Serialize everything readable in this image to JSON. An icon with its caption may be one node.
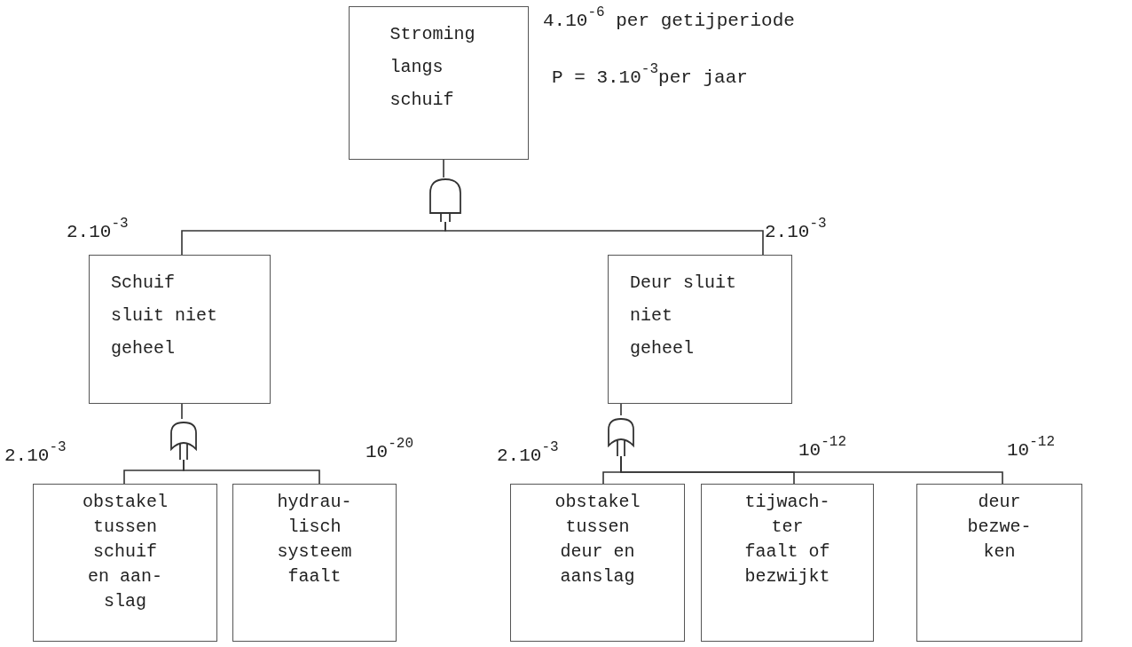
{
  "diagram": {
    "nodes": [
      {
        "text": [
          "Stroming langs schuif"
        ],
        "beside": [
          "4.10$^{-6}$ per getijperiode",
          "P = 3.10$^{-3}$per jaar"
        ]
      },
      {
        "text": [],
        "shape": "and-gate"
      },
      {
        "text": [
          "Schuif sluit niet geheel"
        ],
        "beside": [
          "2.10$^{-3}$"
        ]
      },
      {
        "text": [
          "Deur sluit niet geheel"
        ],
        "beside": [
          "2.10$^{-3}$"
        ]
      },
      {
        "text": [],
        "shape": "or-gate"
      },
      {
        "text": [
          "obstakel tussen schuif en aan- slag"
        ],
        "beside": [
          "2.10$^{-3}$"
        ]
      },
      {
        "text": [
          "hydrau- lisch systeem faalt"
        ],
        "beside": [
          "10$^{-20}$"
        ]
      },
      {
        "text": [],
        "shape": "or-gate"
      },
      {
        "text": [
          "obstakel tussen deur en aanslag"
        ],
        "beside": [
          "2.10$^{-3}$"
        ]
      },
      {
        "text": [
          "tijwach- ter faalt of bezwijkt"
        ],
        "beside": [
          "10$^{-12}$"
        ]
      },
      {
        "text": [
          "deur bezwe- ken"
        ],
        "beside": [
          "10$^{-12}$"
        ]
      }
    ],
    "edges": [
      {
        "from": 0,
        "to": 1,
        "arrow": "none"
      },
      {
        "from": 1,
        "to": 2,
        "arrow": "none"
      },
      {
        "from": 1,
        "to": 3,
        "arrow": "none"
      },
      {
        "from": 2,
        "to": 4,
        "arrow": "none"
      },
      {
        "from": 4,
        "to": 5,
        "arrow": "none"
      },
      {
        "from": 4,
        "to": 6,
        "arrow": "none"
      },
      {
        "from": 3,
        "to": 7,
        "arrow": "none"
      },
      {
        "from": 7,
        "to": 8,
        "arrow": "none"
      },
      {
        "from": 7,
        "to": 9,
        "arrow": "none"
      },
      {
        "from": 7,
        "to": 10,
        "arrow": "none"
      }
    ]
  }
}
